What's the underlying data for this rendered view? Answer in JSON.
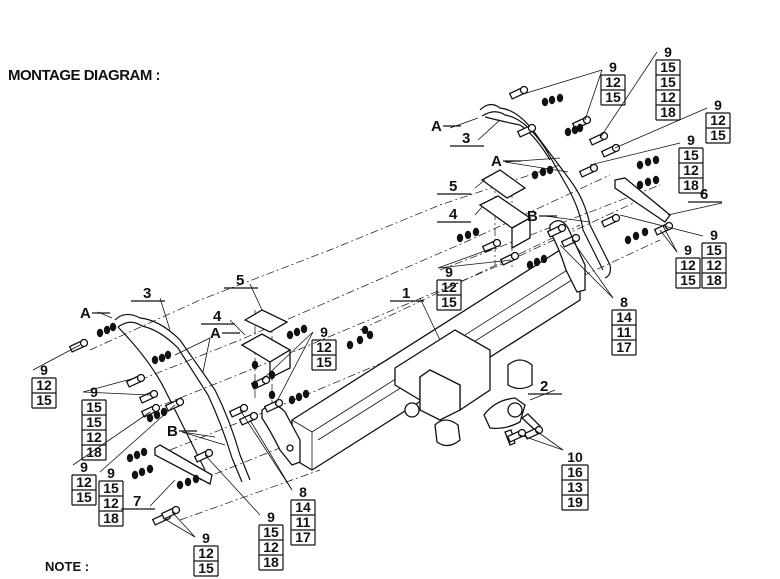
{
  "title": "MONTAGE DIAGRAM :",
  "note": "NOTE :",
  "callouts": [
    "A",
    "3",
    "A",
    "5",
    "4",
    "B",
    "6",
    "1",
    "2",
    "A",
    "3",
    "4",
    "5",
    "A",
    "7",
    "B"
  ],
  "stacks": [
    [
      "9",
      "12",
      "15"
    ],
    [
      "9",
      "15",
      "15",
      "12",
      "18"
    ],
    [
      "9",
      "12",
      "15"
    ],
    [
      "9",
      "15",
      "12",
      "18"
    ],
    [
      "9",
      "15",
      "12",
      "18"
    ],
    [
      "9",
      "12",
      "15"
    ],
    [
      "8",
      "14",
      "11",
      "17"
    ],
    [
      "9",
      "12",
      "15"
    ],
    [
      "9",
      "12",
      "15"
    ],
    [
      "9",
      "15",
      "15",
      "12",
      "18"
    ],
    [
      "9",
      "12",
      "15"
    ],
    [
      "9",
      "15",
      "12",
      "18"
    ],
    [
      "9",
      "12",
      "15"
    ],
    [
      "8",
      "14",
      "11",
      "17"
    ],
    [
      "9",
      "15",
      "12",
      "18"
    ],
    [
      "9",
      "12",
      "15"
    ],
    [
      "10",
      "16",
      "13",
      "19"
    ]
  ]
}
